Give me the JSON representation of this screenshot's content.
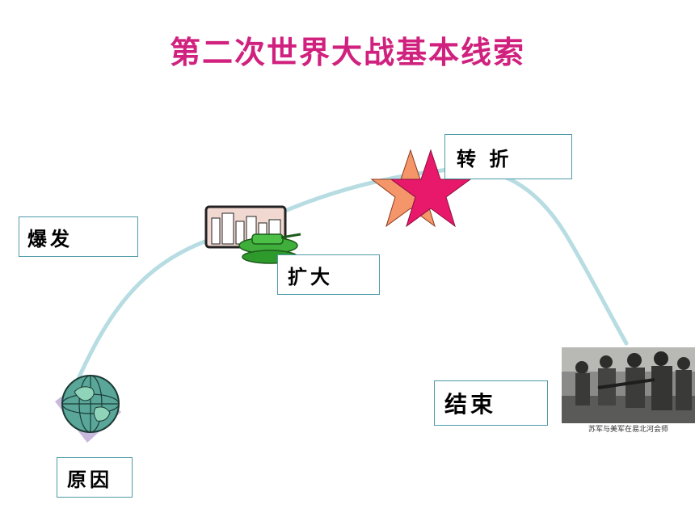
{
  "title": "第二次世界大战基本线索",
  "labels": {
    "baofa": "爆发",
    "kuoda": "扩大",
    "zhuanzhe": "转 折",
    "jieshu": "结束",
    "yuanyin": "原因"
  },
  "photo_caption": "苏军与美军在易北河会师",
  "colors": {
    "title": "#d0217e",
    "curve": "#b7dde3",
    "box_border": "#4f9aa8",
    "star_front": "#e8196a",
    "star_back": "#f4956a"
  },
  "icons": {
    "globe": "globe-icon",
    "city": "city-tank-icon",
    "star": "star-icon",
    "photo": "soldiers-photo"
  }
}
